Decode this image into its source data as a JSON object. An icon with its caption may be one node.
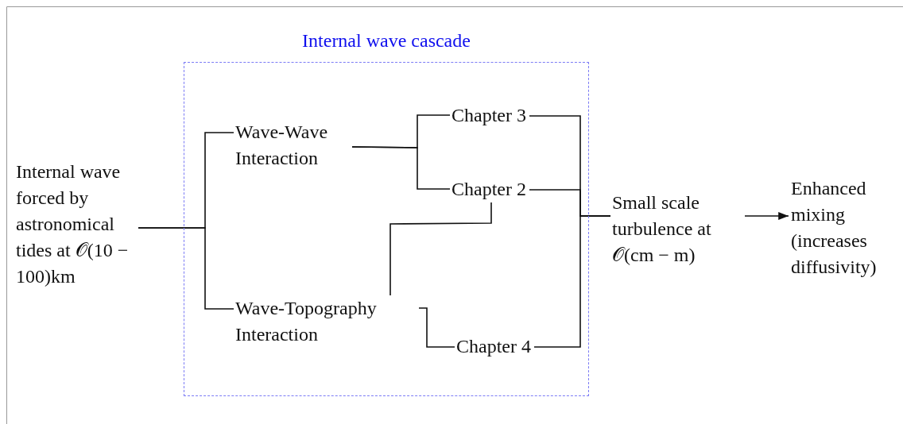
{
  "diagram": {
    "nodes": [
      {
        "text": [
          "Internal wave cascade"
        ]
      },
      {
        "text": [
          "Internal wave forced by astronomical tides at 𝒪(10 − 100)km"
        ]
      },
      {
        "text": [
          "Wave-Wave Interaction"
        ],
        "in": 0
      },
      {
        "text": [
          "Wave-Topography Interaction"
        ],
        "in": 0
      },
      {
        "text": [
          "Chapter 3"
        ],
        "in": 0
      },
      {
        "text": [
          "Chapter 2"
        ],
        "in": 0
      },
      {
        "text": [
          "Chapter 4"
        ],
        "in": 0
      },
      {
        "text": [
          "Small scale turbulence at 𝒪(cm − m)"
        ]
      },
      {
        "text": [
          "Enhanced mixing (increases diffusivity)"
        ]
      }
    ],
    "edges": [
      {
        "from": 1,
        "to": 2,
        "arrow": "none"
      },
      {
        "from": 1,
        "to": 3,
        "arrow": "none"
      },
      {
        "from": 2,
        "to": 4,
        "arrow": "none"
      },
      {
        "from": 2,
        "to": 5,
        "arrow": "none"
      },
      {
        "from": 3,
        "to": 5,
        "arrow": "none"
      },
      {
        "from": 3,
        "to": 6,
        "arrow": "none"
      },
      {
        "from": 4,
        "to": 7,
        "arrow": "none"
      },
      {
        "from": 5,
        "to": 7,
        "arrow": "none"
      },
      {
        "from": 6,
        "to": 7,
        "arrow": "none"
      },
      {
        "from": 7,
        "to": 8,
        "arrow": "to"
      }
    ]
  }
}
